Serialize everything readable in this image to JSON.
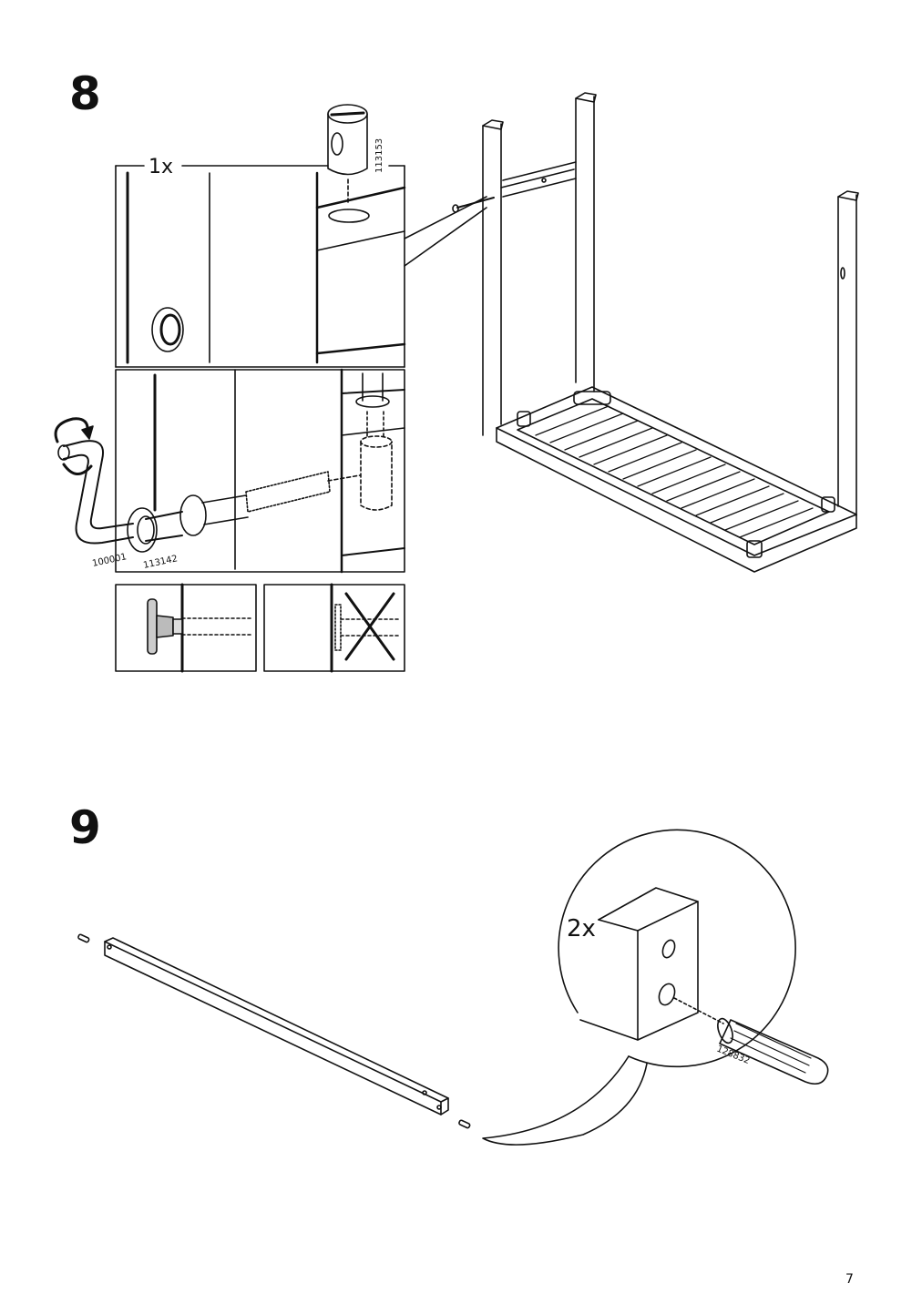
{
  "page": {
    "page_number": "7"
  },
  "step8": {
    "number": "8",
    "quantity": "1x",
    "part_cam_nut": "113153",
    "part_bolt": "113142",
    "part_allen_key": "100001"
  },
  "step9": {
    "number": "9",
    "quantity": "2x",
    "part_dowel": "128832"
  },
  "icons": {
    "rotate": "rotate-clockwise-icon",
    "wrong": "cross-icon"
  }
}
